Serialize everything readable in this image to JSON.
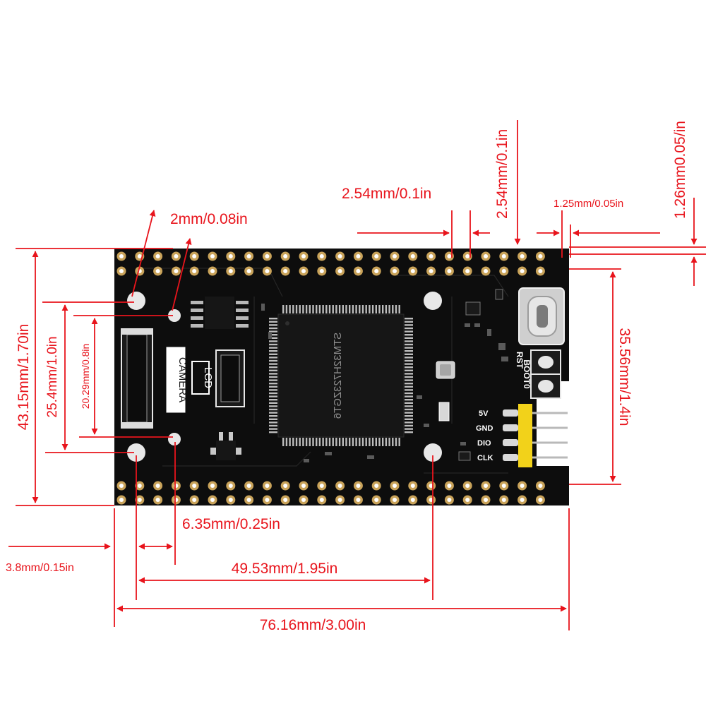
{
  "colors": {
    "dimension": "#e8141c",
    "board": "#0d0d0d",
    "pad": "#c9a35a",
    "silkscreen": "#ffffff",
    "pin_header": "#f2d21a"
  },
  "dimensions": {
    "top_pitch": "2.54mm/0.1in",
    "right_pitch_vertical": "2.54mm/0.1in",
    "hole_offset": "1.25mm/0.05in",
    "far_right_small": "1.26mm0.05/in",
    "hole_diameter": "2mm/0.08in",
    "total_height": "43.15mm/1.70in",
    "hole_spacing_vertical": "25.4mm/1.0in",
    "connector_height": "20.29mm/0.8in",
    "header_span": "35.56mm/1.4in",
    "hole_inset": "6.35mm/0.25in",
    "edge_offset": "3.8mm/0.15in",
    "hole_spacing_horizontal": "49.53mm/1.95in",
    "total_width": "76.16mm/3.00in"
  },
  "silkscreen": {
    "chip": "STM32H723ZGT6",
    "camera": "CAMERA",
    "lcd": "LCD",
    "boot": "BOOT0",
    "rst": "RST",
    "pin_5v": "5V",
    "pin_gnd": "GND",
    "pin_dio": "DIO",
    "pin_clk": "CLK"
  },
  "icons": {
    "usb": "usb-c-port-icon",
    "button": "tactile-button-icon"
  }
}
